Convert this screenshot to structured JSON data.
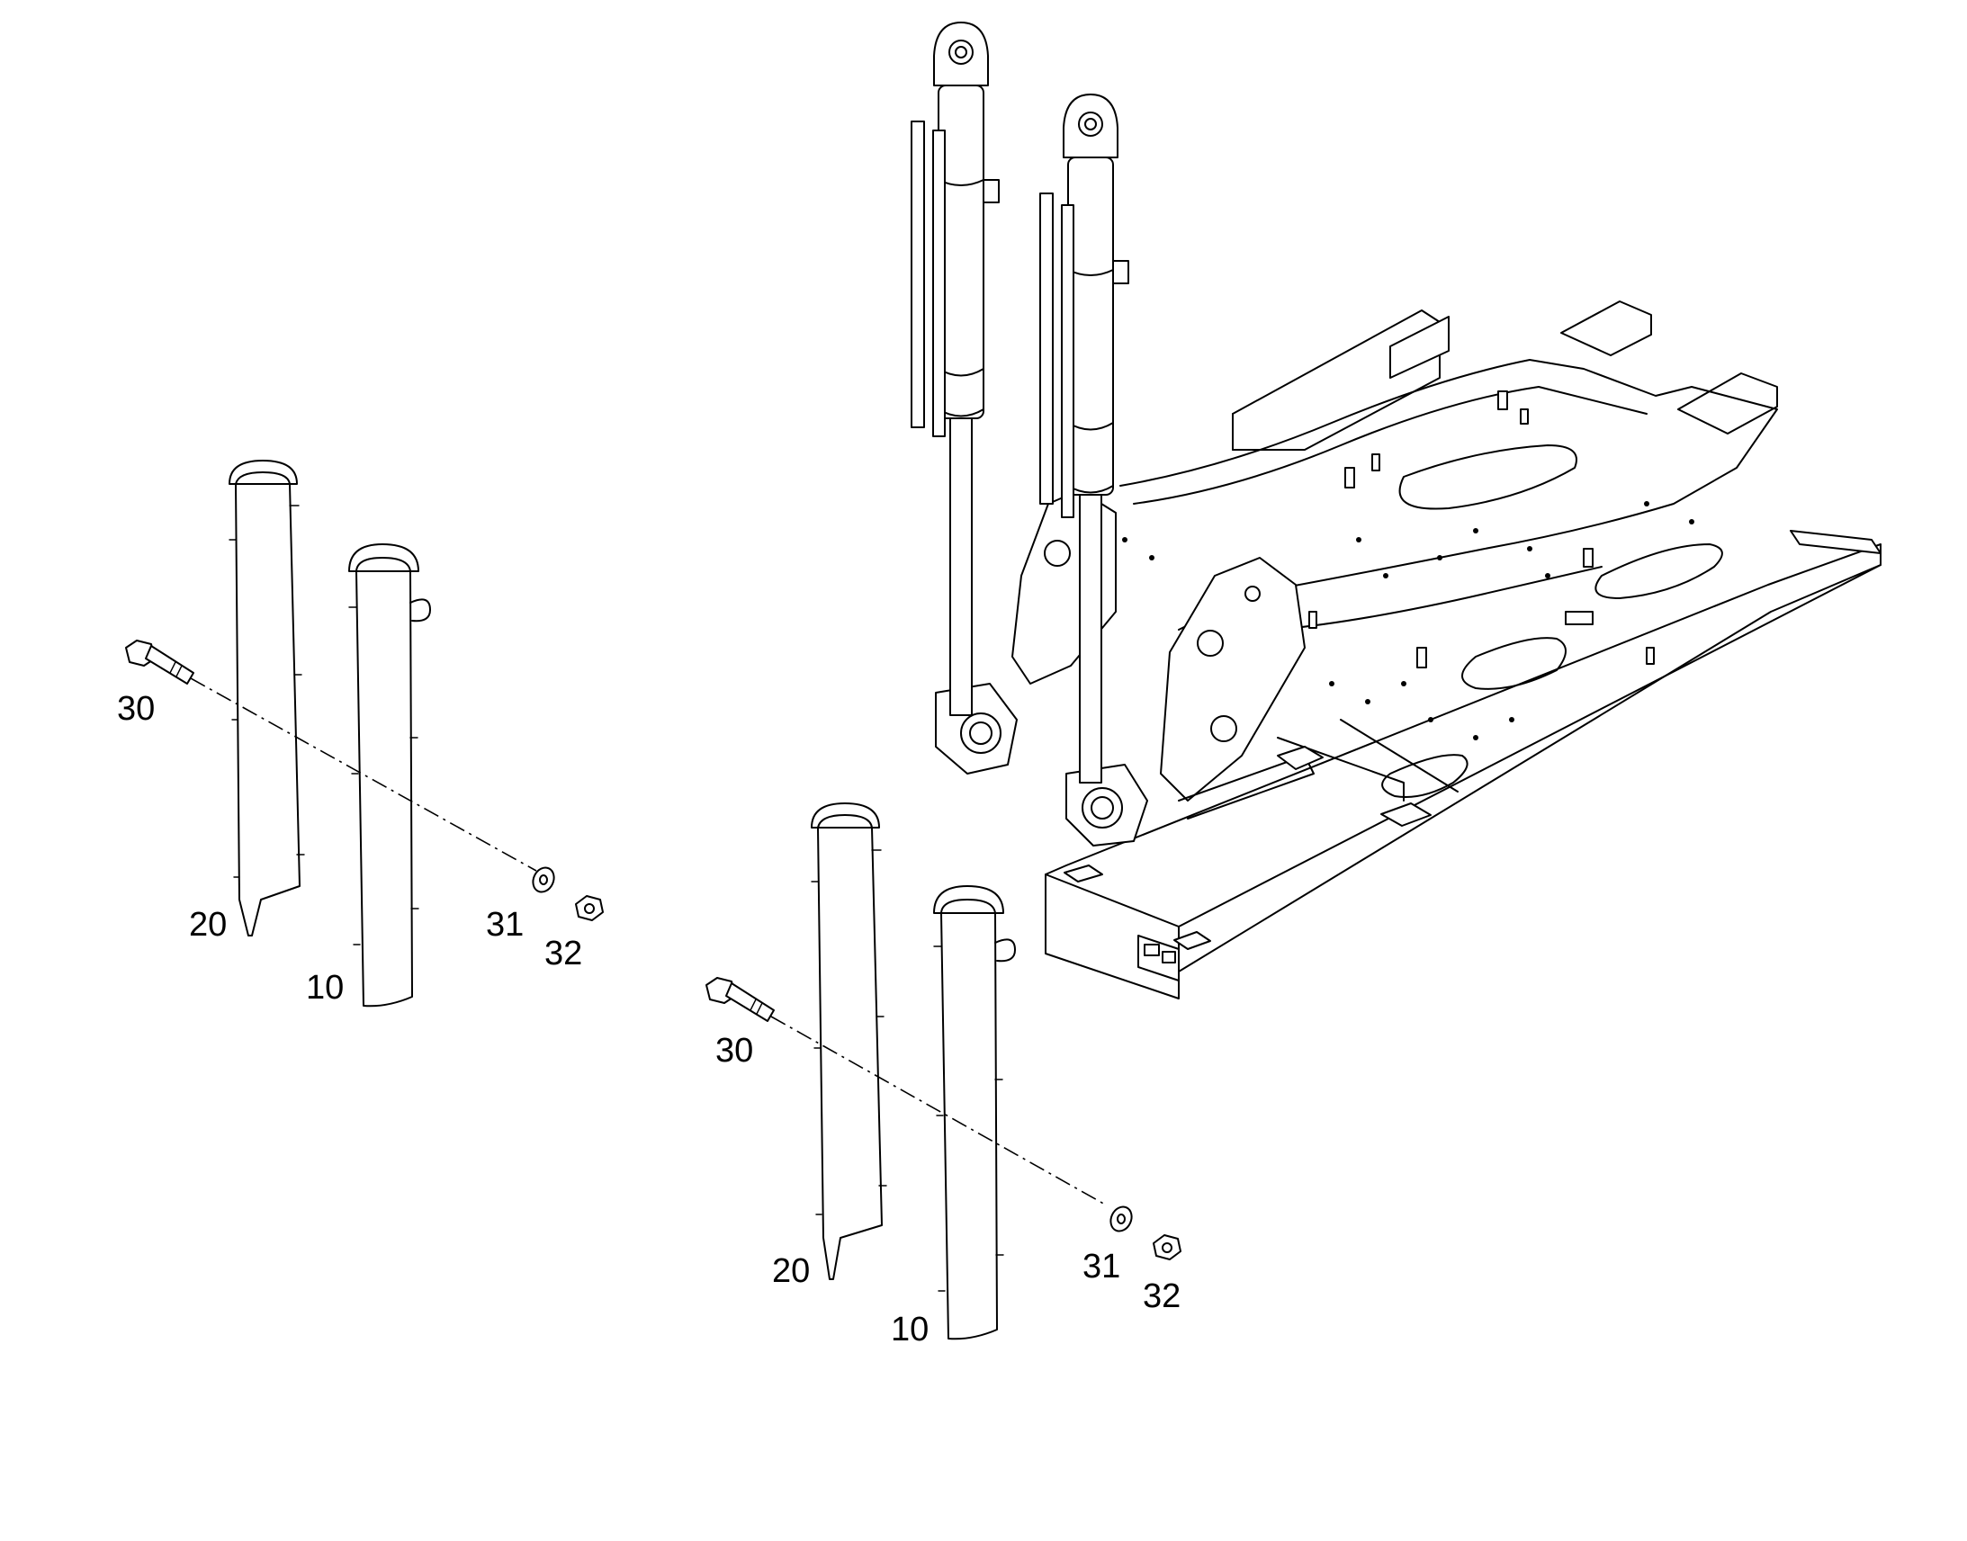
{
  "callouts": {
    "left": {
      "bolt": "30",
      "inner_cover": "20",
      "outer_cover": "10",
      "washer": "31",
      "nut": "32"
    },
    "right": {
      "bolt": "30",
      "inner_cover": "20",
      "outer_cover": "10",
      "washer": "31",
      "nut": "32"
    }
  },
  "colors": {
    "line": "#000000",
    "background": "#ffffff"
  }
}
